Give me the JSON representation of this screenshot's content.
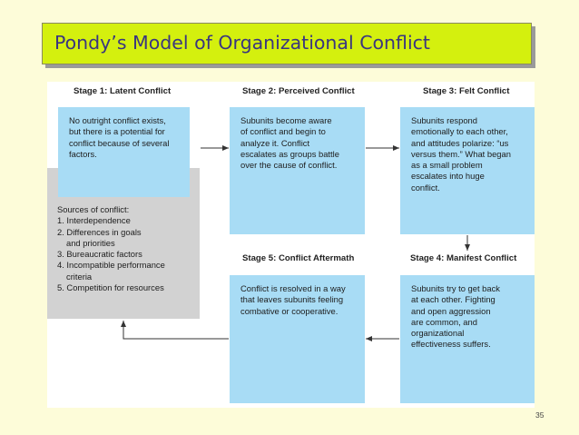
{
  "slide": {
    "title": "Pondy’s Model of Organizational Conflict",
    "page_number": "35"
  },
  "stages": {
    "s1": {
      "label": "Stage 1: Latent Conflict",
      "lines": [
        "No outright conflict exists,",
        "but there is a potential for",
        "conflict because of several",
        "factors."
      ]
    },
    "s2": {
      "label": "Stage 2: Perceived Conflict",
      "lines": [
        "Subunits become aware",
        "of conflict and begin to",
        "analyze it. Conflict",
        "escalates as groups battle",
        "over the cause of conflict."
      ]
    },
    "s3": {
      "label": "Stage 3: Felt Conflict",
      "lines": [
        "Subunits respond",
        "emotionally to each other,",
        "and attitudes polarize: “us",
        "versus them.” What began",
        "as a small problem",
        "escalates into huge",
        "conflict."
      ]
    },
    "s4": {
      "label": "Stage 4: Manifest Conflict",
      "lines": [
        "Subunits try to get back",
        "at each other. Fighting",
        "and open aggression",
        "are common, and",
        "organizational",
        "effectiveness suffers."
      ]
    },
    "s5": {
      "label": "Stage 5: Conflict Aftermath",
      "lines": [
        "Conflict is resolved in a way",
        "that leaves subunits feeling",
        "combative or cooperative."
      ]
    }
  },
  "sources": {
    "heading": "Sources of conflict:",
    "items": [
      "1. Interdependence",
      "2. Differences in goals",
      "and priorities",
      "3. Bureaucratic factors",
      "4. Incompatible performance",
      "criteria",
      "5. Competition for resources"
    ]
  },
  "colors": {
    "title_bar": "#d4f00e",
    "title_text": "#3a3580",
    "stage_box": "#a8dcf5",
    "sources_box": "#d2d2d2",
    "slide_bg": "#fdfcd9"
  }
}
